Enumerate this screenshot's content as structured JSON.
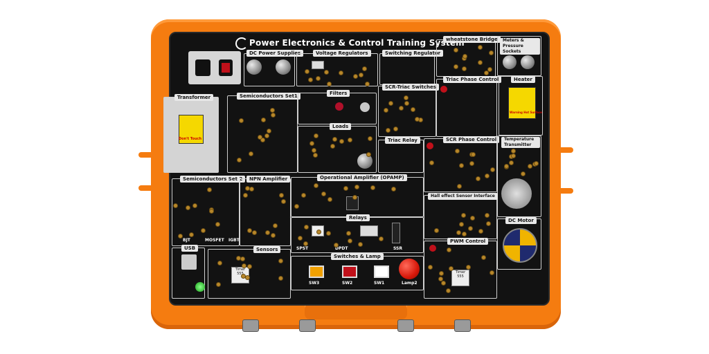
{
  "device": {
    "title": "Power Electronics & Control Training System",
    "colors": {
      "case": "#f57c10",
      "panel": "#121212",
      "socket": "#b8872a"
    }
  },
  "modules": {
    "dc_power": "DC Power Supplies",
    "voltage_reg": "Voltage Regulators",
    "switching_reg": "Switching  Regulator",
    "wheatstone": "wheatstone Bridge",
    "meters": "Meters & Pressure Sockets",
    "transformer": "Transformer",
    "semi1": "Semiconductors Set1",
    "filters": "Filters",
    "scr_triac": "SCR-Triac Switches",
    "triac_phase": "Triac Phase Control",
    "heater": "Heater",
    "loads": "Loads",
    "triac_relay": "Triac Relay",
    "scr_phase": "SCR Phase Control",
    "temp_tx": "Temperature Transmitter",
    "semi2": "Semiconductors Set 2",
    "npn": "NPN Amplifier",
    "opamp": "Operational Amplifier (OPAMP)",
    "hall": "Hall effect Sensor Interface",
    "relays": "Relays",
    "dc_motor": "DC Motor",
    "usb": "USB",
    "sensors": "Sensors",
    "switches_lamp": "Switches & Lamp",
    "pwm": "PWM Control"
  },
  "panel_text": {
    "warn1": "Don't Touch",
    "bjt": "BJT",
    "mosfet": "MOSFET",
    "igbt": "IGBT",
    "spst": "SPST",
    "dpdt": "DPDT",
    "ssr": "SSR",
    "sw3": "SW3",
    "sw2": "SW2",
    "sw1": "SW1",
    "lamp": "Lamp2",
    "timer": "Timer 555",
    "timer2": "Timer 555",
    "warn2": "Warning Hot Surface"
  }
}
